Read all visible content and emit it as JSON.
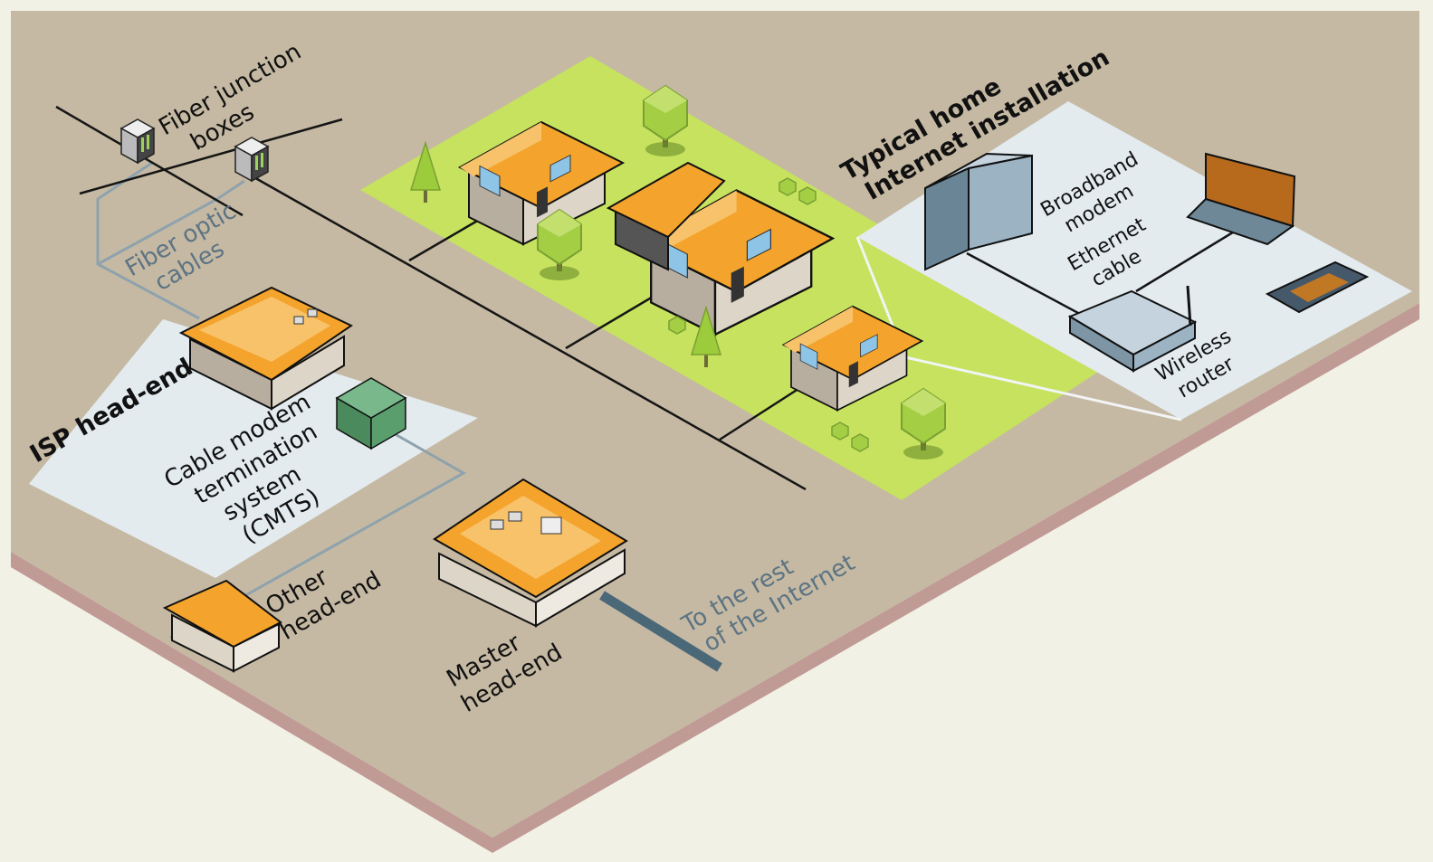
{
  "labels": {
    "fiber_junction_boxes": [
      "Fiber junction",
      "boxes"
    ],
    "fiber_optic_cables": [
      "Fiber optic",
      "cables"
    ],
    "isp_head_end": "ISP head-end",
    "cmts": [
      "Cable modem",
      "termination",
      "system",
      "(CMTS)"
    ],
    "other_head_end": [
      "Other",
      "head-end"
    ],
    "master_head_end": [
      "Master",
      "head-end"
    ],
    "rest_of_internet": [
      "To the rest",
      "of the Internet"
    ],
    "typical_home": [
      "Typical home",
      "Internet installation"
    ],
    "broadband_modem": [
      "Broadband",
      "modem"
    ],
    "ethernet_cable": [
      "Ethernet",
      "cable"
    ],
    "wireless_router": [
      "Wireless",
      "router"
    ]
  },
  "colors": {
    "background": "#f2f1e6",
    "ground": "#c5b9a3",
    "ground_edge": "#c09a95",
    "lawn": "#c6e25e",
    "panel": "#e3ebef",
    "roof": "#f4a42c",
    "wall": "#ddd6c8",
    "fiber": "#8ea2ad",
    "backbone": "#4a6878",
    "cable": "#151515",
    "cmts_box": "#5b9e6e"
  }
}
